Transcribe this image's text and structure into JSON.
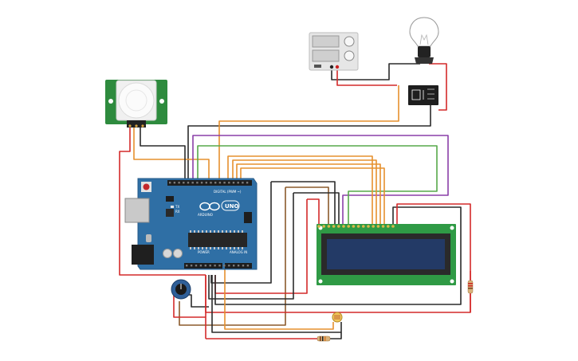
{
  "canvas": {
    "background": "#ffffff"
  },
  "wire_colors": {
    "red": "#d42a2a",
    "black": "#2b2b2b",
    "orange": "#e6902e",
    "green": "#57a84a",
    "purple": "#8a3fa8",
    "brown": "#8b5a2b",
    "white": "#f2f2f2"
  },
  "component_colors": {
    "arduino_board": "#2f6fa5",
    "pir_board": "#2e8b3e",
    "lcd_board": "#2f9a45",
    "lcd_screen": "#233a66",
    "relay": "#1e1e1e",
    "power_supply": "#e6e6e6",
    "bulb_base": "#222222"
  },
  "components": {
    "arduino": {
      "logo_text": "UNO",
      "brand_text": "ARDUINO",
      "digital_label": "DIGITAL (PWM ~)",
      "power_label": "POWER",
      "analog_label": "ANALOG IN",
      "tx_label": "TX",
      "rx_label": "RX"
    },
    "lcd": {
      "type": "16x2 LCD"
    },
    "pir": {
      "type": "PIR sensor"
    },
    "relay": {
      "type": "relay"
    },
    "power_supply": {
      "type": "power supply"
    },
    "bulb": {
      "type": "light bulb"
    },
    "potentiometer": {
      "type": "potentiometer"
    },
    "photoresistor": {
      "type": "photoresistor"
    },
    "resistor_1": {
      "type": "resistor"
    },
    "resistor_2": {
      "type": "resistor"
    }
  }
}
